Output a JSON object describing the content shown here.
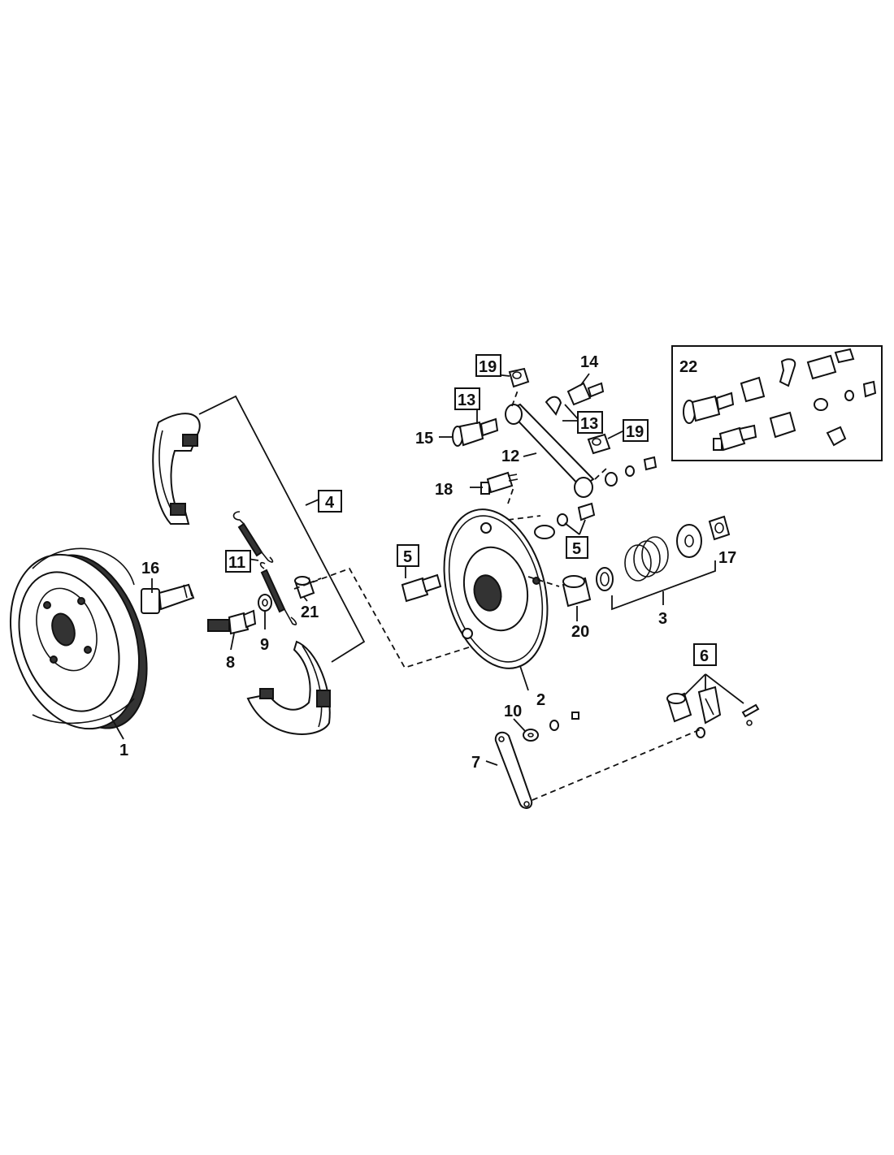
{
  "labels": {
    "l1": "1",
    "l2": "2",
    "l3": "3",
    "l4": "4",
    "l5a": "5",
    "l5b": "5",
    "l6": "6",
    "l7": "7",
    "l8": "8",
    "l9": "9",
    "l10": "10",
    "l11": "11",
    "l12": "12",
    "l13a": "13",
    "l13b": "13",
    "l14": "14",
    "l15": "15",
    "l16": "16",
    "l17": "17",
    "l18": "18",
    "l19a": "19",
    "l19b": "19",
    "l20": "20",
    "l21": "21",
    "l22": "22"
  }
}
